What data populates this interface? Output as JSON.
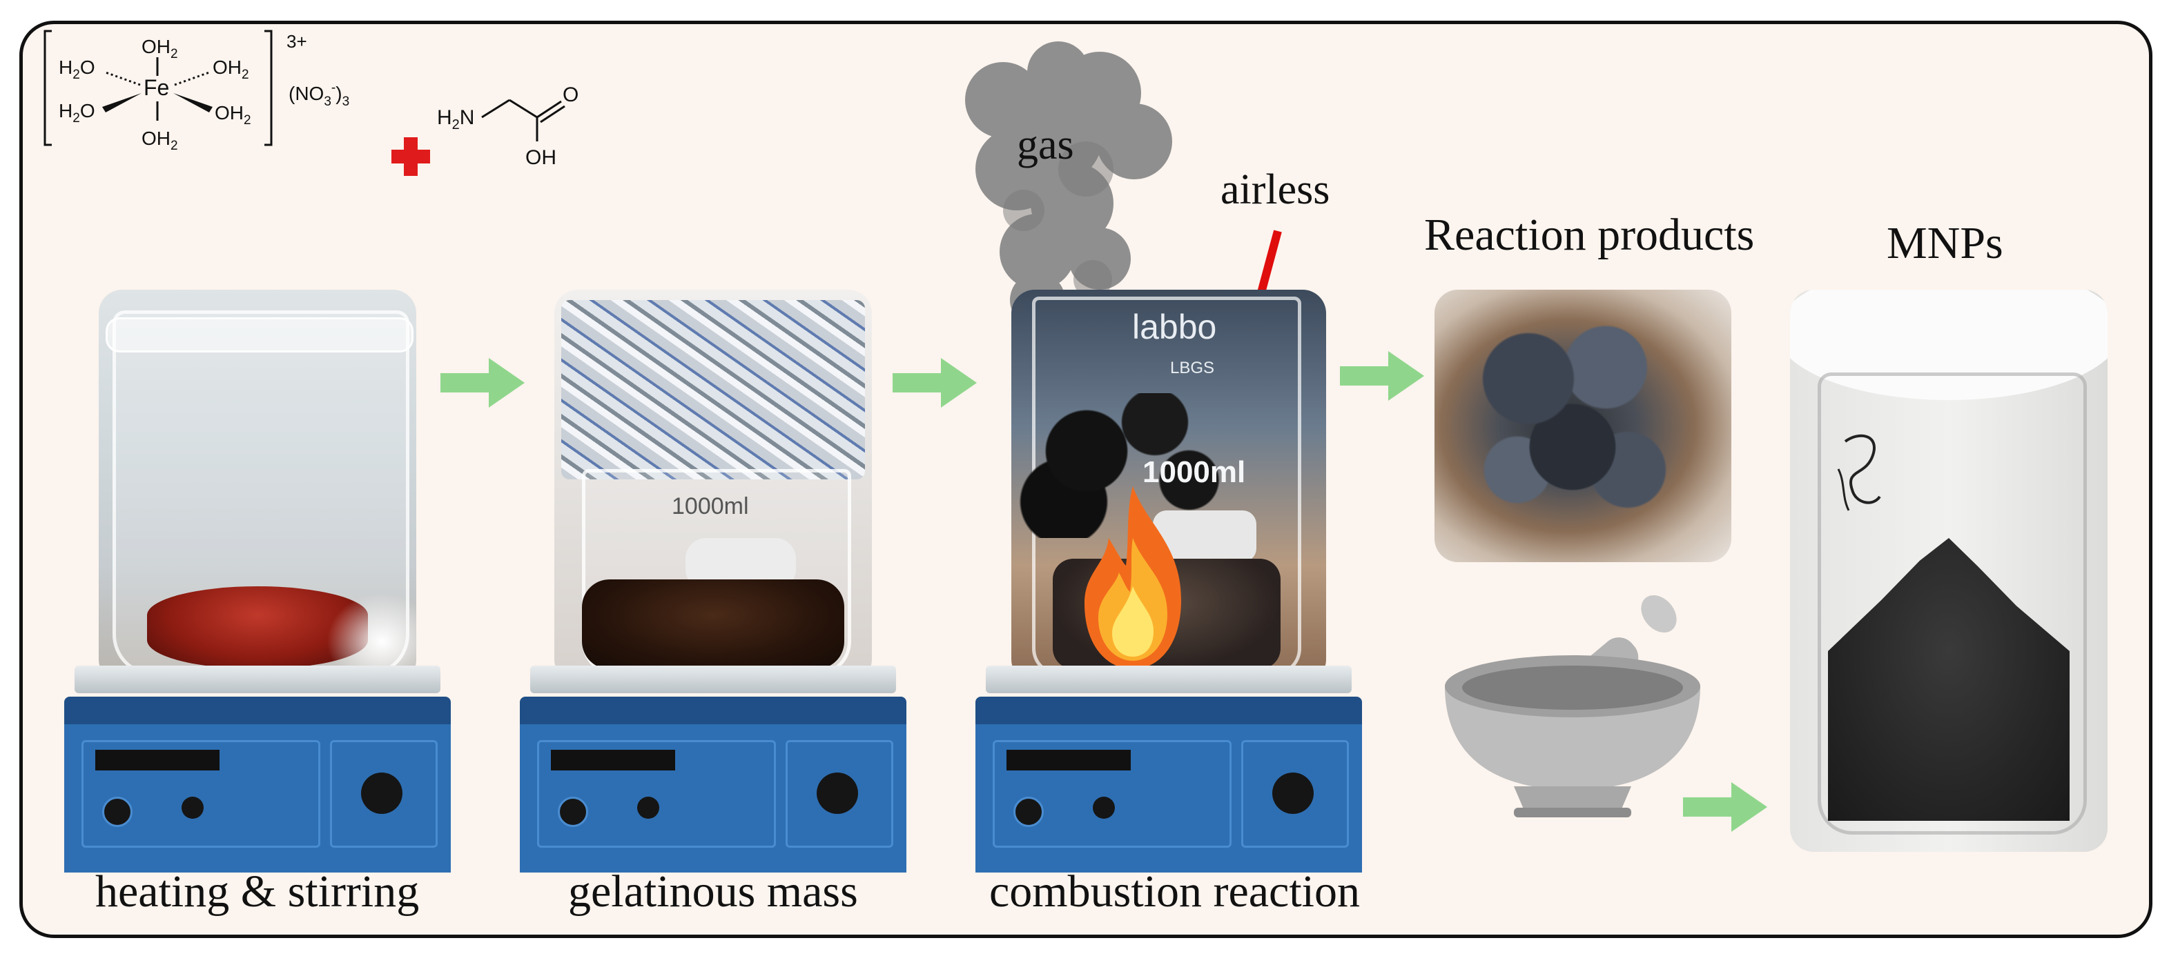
{
  "complex": {
    "center": "Fe",
    "charge": "3+",
    "ligand": "OH",
    "ligand_sub": "2",
    "left_ligand_prefix": "H",
    "left_ligand_sub": "2",
    "left_ligand_o": "O",
    "counter_ion_open": "(NO",
    "counter_ion_sub": "3",
    "counter_ion_sup": "-",
    "counter_ion_close": ")",
    "counter_ion_count": "3"
  },
  "glycine": {
    "amine": "H",
    "amine_sub": "2",
    "amine_n": "N",
    "carbonyl_o": "O",
    "hydroxyl": "OH"
  },
  "labels": {
    "gas": "gas",
    "airless": "airless",
    "reaction_products": "Reaction products",
    "mnps": "MNPs",
    "beaker_1000ml": "1000ml",
    "beaker_brand": "labbo",
    "beaker_brand_sub": "LBGS"
  },
  "steps": [
    {
      "caption": "heating & stirring"
    },
    {
      "caption": "gelatinous mass"
    },
    {
      "caption": "combustion reaction"
    }
  ],
  "colors": {
    "arrow_green": "#8fd68c",
    "plus_red": "#e01b1b",
    "airless_arrow": "#e00d0d",
    "stirrer_blue": "#2e6fb3",
    "stirrer_dark": "#1f4f86",
    "background": "#fcf4ee"
  }
}
